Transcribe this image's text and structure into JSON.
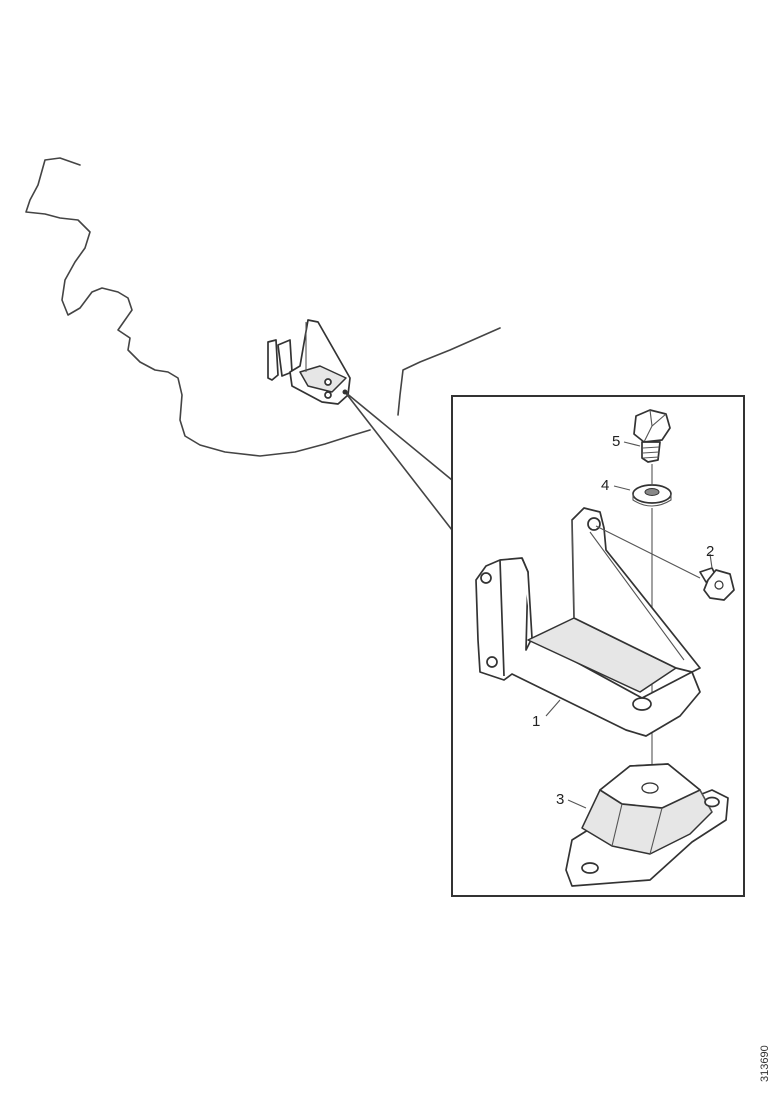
{
  "callouts": {
    "bracket": "1",
    "screw": "2",
    "rubber_mount": "3",
    "washer": "4",
    "bolt": "5"
  },
  "drawing_number": "313690"
}
